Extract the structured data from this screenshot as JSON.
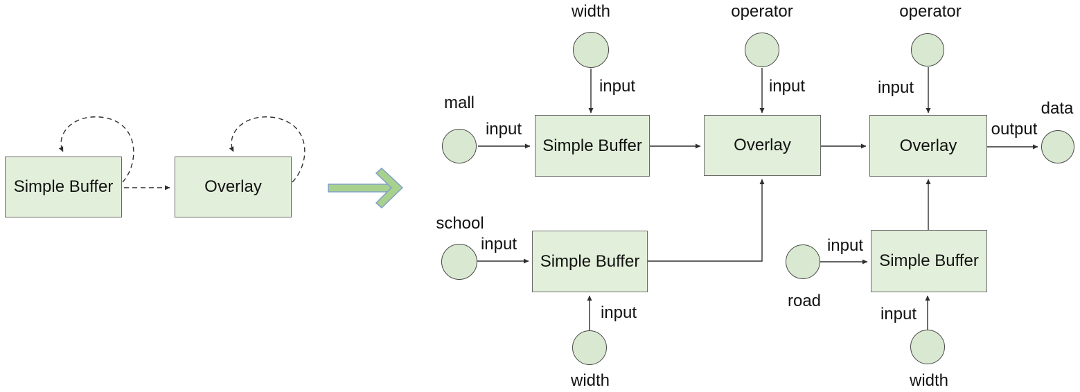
{
  "left": {
    "simple_buffer": "Simple Buffer",
    "overlay": "Overlay"
  },
  "right": {
    "operators": {
      "simple_buffer_top": "Simple Buffer",
      "overlay_left": "Overlay",
      "overlay_right": "Overlay",
      "simple_buffer_bottom_left": "Simple Buffer",
      "simple_buffer_bottom_right": "Simple Buffer"
    },
    "data_nodes": {
      "mall": "mall",
      "width_top": "width",
      "operator_left": "operator",
      "operator_right": "operator",
      "data": "data",
      "school": "school",
      "width_bottom_left": "width",
      "road": "road",
      "width_bottom_right": "width"
    },
    "edge_labels": {
      "input": "input",
      "output": "output"
    }
  },
  "colors": {
    "box_fill": "#e2efda",
    "box_border": "#6a6a6a",
    "circle_fill": "#d9e8d1",
    "circle_border": "#474747",
    "line_color": "#2e2e2e",
    "text_color": "#121212",
    "transform_arrow_fill": "#a9d18e",
    "transform_arrow_border": "#7f9fc6",
    "background": "#ffffff"
  }
}
